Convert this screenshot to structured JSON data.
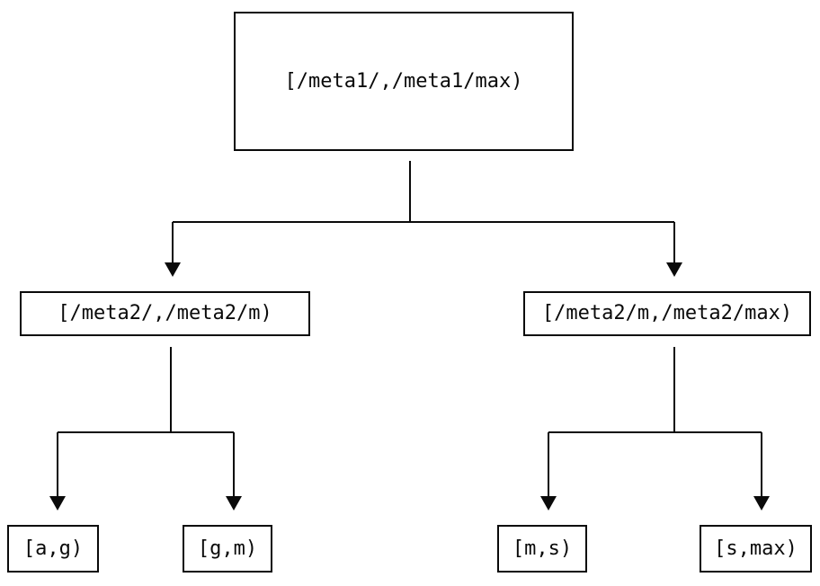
{
  "diagram": {
    "type": "tree",
    "background_color": "#ffffff",
    "line_color": "#0a0a0a",
    "text_color": "#0a0a0a",
    "nodes": {
      "root": {
        "label": "[/meta1/,/meta1/max)"
      },
      "left": {
        "label": "[/meta2/,/meta2/m)"
      },
      "right": {
        "label": "[/meta2/m,/meta2/max)"
      },
      "leaf_ag": {
        "label": "[a,g)"
      },
      "leaf_gm": {
        "label": "[g,m)"
      },
      "leaf_ms": {
        "label": "[m,s)"
      },
      "leaf_smax": {
        "label": "[s,max)"
      }
    },
    "edges": [
      {
        "from": "root",
        "to": "left"
      },
      {
        "from": "root",
        "to": "right"
      },
      {
        "from": "left",
        "to": "leaf_ag"
      },
      {
        "from": "left",
        "to": "leaf_gm"
      },
      {
        "from": "right",
        "to": "leaf_ms"
      },
      {
        "from": "right",
        "to": "leaf_smax"
      }
    ]
  }
}
